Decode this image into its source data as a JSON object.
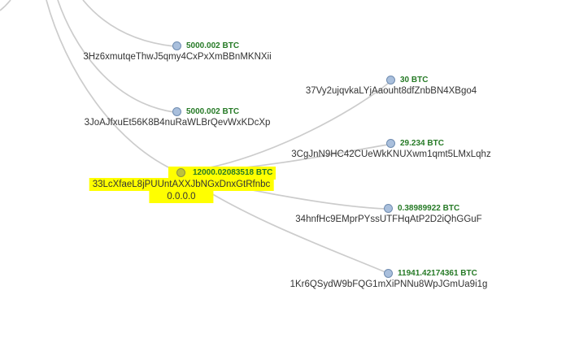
{
  "graph": {
    "description": "Bitcoin transaction flow graph with one selected (highlighted) wallet node",
    "nodes": [
      {
        "amount": "5000.002 BTC",
        "address": "3Hz6xmutqeThwJ5qmy4CxPxXmBBnMKNXii"
      },
      {
        "amount": "5000.002 BTC",
        "address": "3JoAJfxuEt56K8B4nuRaWLBrQevWxKDcXp"
      },
      {
        "amount": "12000.02083518 BTC",
        "address": "33LcXfaeL8jPUUntAXXJbNGxDnxGtRfnbc",
        "ip": "0.0.0.0",
        "highlighted": true
      },
      {
        "amount": "30 BTC",
        "address": "37Vy2ujqvkaLYjAaouht8dfZnbBN4XBgo4"
      },
      {
        "amount": "29.234 BTC",
        "address": "3CgJnN9HC42CUeWkKNUXwm1qmt5LMxLqhz"
      },
      {
        "amount": "0.38989922 BTC",
        "address": "34hnfHc9EMprPYssUTFHqAtP2D2iQhGGuF"
      },
      {
        "amount": "11941.42174361 BTC",
        "address": "1Kr6QSydW9bFQG1mXiPNNu8WpJGmUa9i1g"
      }
    ],
    "edges": [
      {
        "from": "offscreen-top-left",
        "to": "3Hz6xmutqeThwJ5qmy4CxPxXmBBnMKNXii"
      },
      {
        "from": "offscreen-top-left",
        "to": "3JoAJfxuEt56K8B4nuRaWLBrQevWxKDcXp"
      },
      {
        "from": "offscreen-top-left",
        "to": "33LcXfaeL8jPUUntAXXJbNGxDnxGtRfnbc"
      },
      {
        "from": "33LcXfaeL8jPUUntAXXJbNGxDnxGtRfnbc",
        "to": "37Vy2ujqvkaLYjAaouht8dfZnbBN4XBgo4"
      },
      {
        "from": "33LcXfaeL8jPUUntAXXJbNGxDnxGtRfnbc",
        "to": "3CgJnN9HC42CUeWkKNUXwm1qmt5LMxLqhz"
      },
      {
        "from": "33LcXfaeL8jPUUntAXXJbNGxDnxGtRfnbc",
        "to": "34hnfHc9EMprPYssUTFHqAtP2D2iQhGGuF"
      },
      {
        "from": "33LcXfaeL8jPUUntAXXJbNGxDnxGtRfnbc",
        "to": "1Kr6QSydW9bFQG1mXiPNNu8WpJGmUa9i1g"
      }
    ],
    "colors": {
      "amount_text": "#267a26",
      "address_text": "#333333",
      "edge": "#cccccc",
      "node_fill": "#a9bfdc",
      "node_border": "#6f8cb0",
      "highlight": "#ffff00",
      "highlighted_node_fill": "#bcc23c"
    }
  }
}
